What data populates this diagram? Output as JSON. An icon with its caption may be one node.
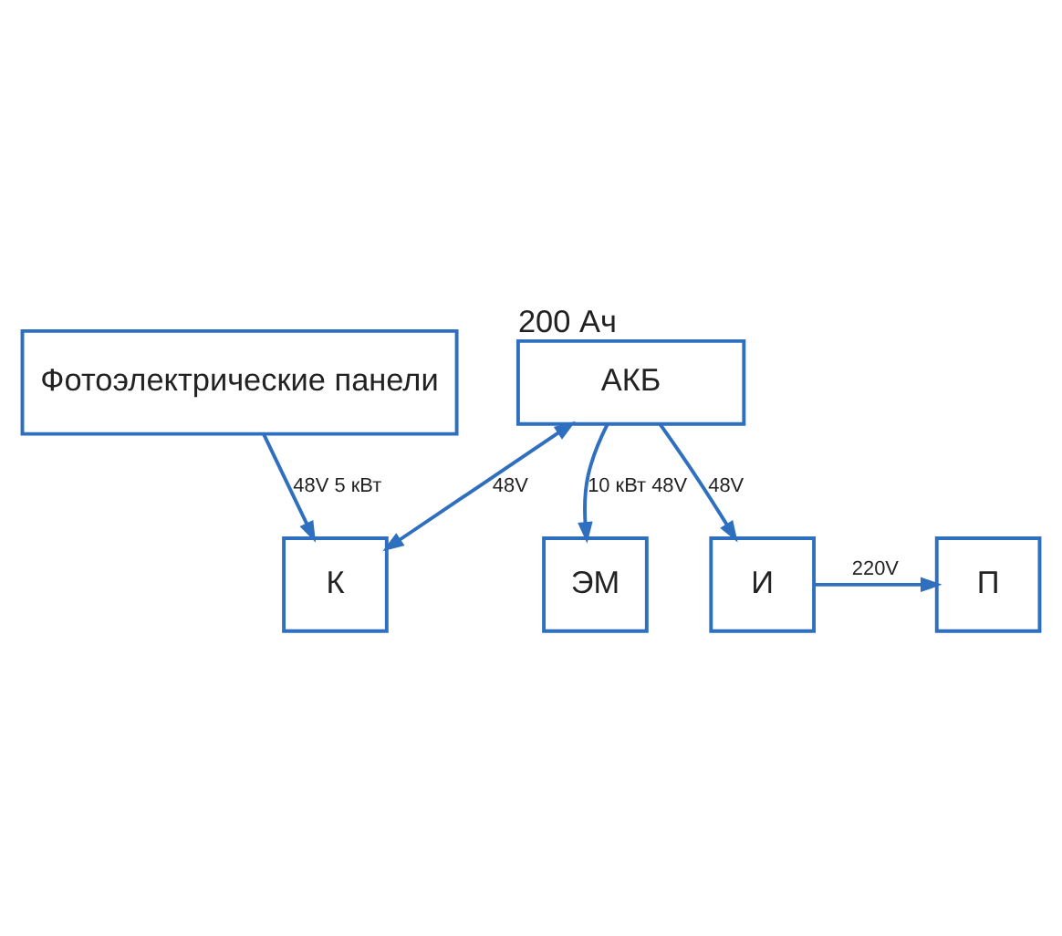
{
  "diagram": {
    "nodes": [
      {
        "text": [
          "Фотоэлектрические панели"
        ]
      },
      {
        "text": [
          "ЭМ"
        ]
      },
      {
        "text": [
          "К"
        ]
      },
      {
        "text": [
          "П"
        ]
      },
      {
        "text": [
          "И"
        ]
      },
      {
        "text": [
          "АКБ"
        ],
        "beside": [
          "200 Ач"
        ]
      }
    ],
    "edges": [
      {
        "from": 0,
        "to": 2,
        "arrow": "to",
        "label": "48V 5 кВт"
      },
      {
        "from": 5,
        "to": 2,
        "arrow": "both",
        "label": "48V"
      },
      {
        "from": 5,
        "to": 1,
        "arrow": "to",
        "label": "10 кВт 48V"
      },
      {
        "from": 5,
        "to": 4,
        "arrow": "to",
        "label": "48V"
      },
      {
        "from": 4,
        "to": 3,
        "arrow": "to",
        "label": "220V"
      }
    ]
  }
}
